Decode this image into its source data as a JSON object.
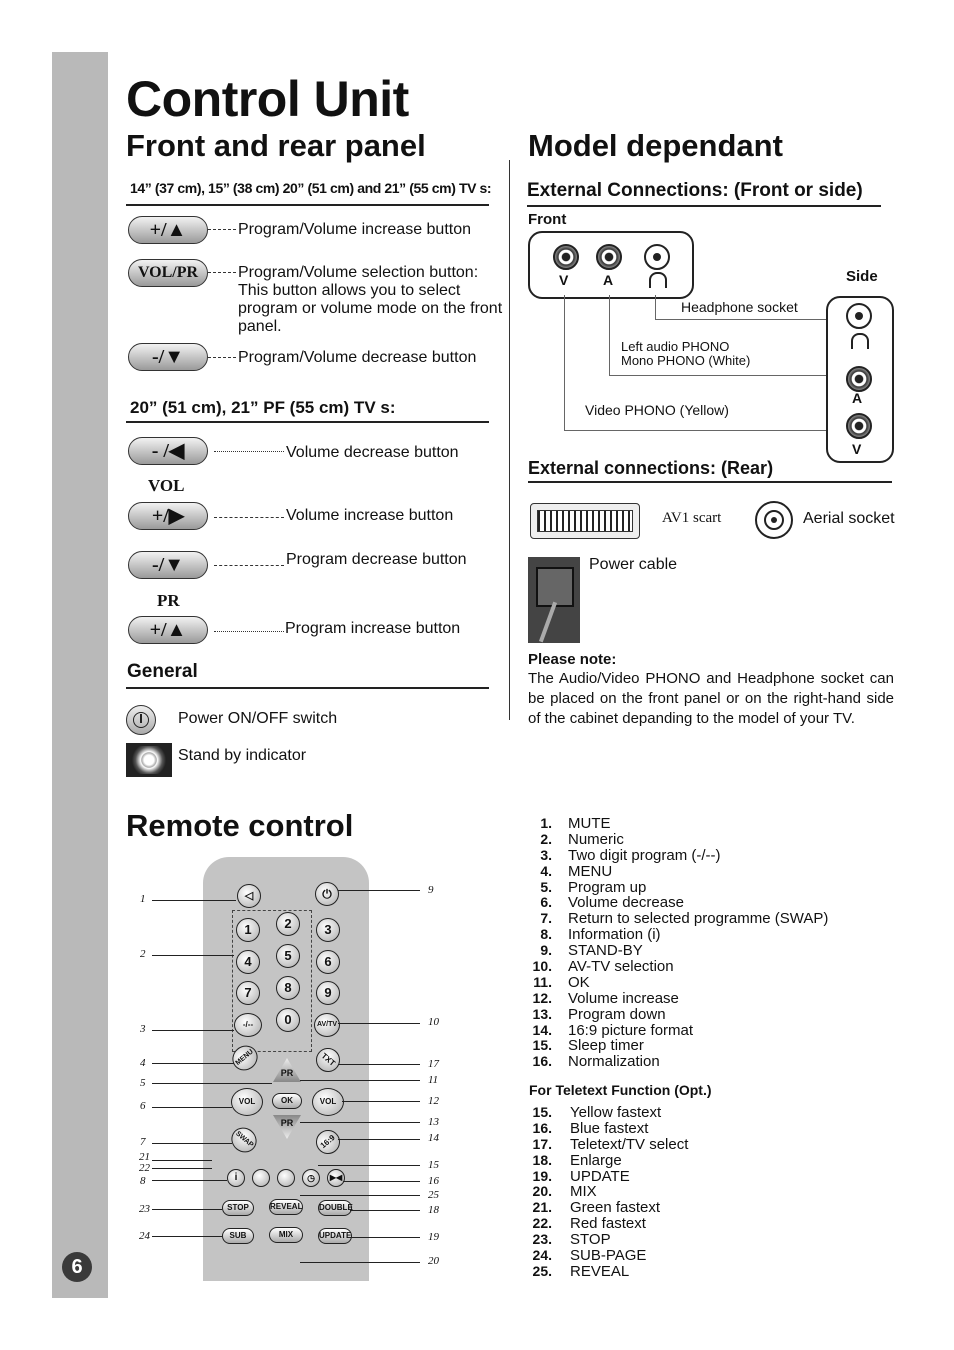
{
  "page": {
    "number": "6",
    "title": "Control Unit"
  },
  "left": {
    "heading": "Front and rear panel",
    "subheading1": "14” (37 cm), 15” (38 cm) 20” (51 cm) and 21” (55 cm) TV s:",
    "group1": [
      {
        "button": "+/▲",
        "text": "Program/Volume increase button"
      },
      {
        "button": "VOL/PR",
        "text": "Program/Volume selection button: This button allows you to select program or volume mode on the front panel."
      },
      {
        "button": "-/▼",
        "text": "Program/Volume decrease button"
      }
    ],
    "subheading2": "20” (51 cm), 21” PF (55 cm) TV s:",
    "group2": [
      {
        "button": "- /◀",
        "text": "Volume  decrease button"
      },
      {
        "button": "+/▶",
        "text": "Volume increase button"
      },
      {
        "button": "-/▼",
        "text": "Program decrease button"
      },
      {
        "button": "+/▲",
        "text": "Program increase button"
      }
    ],
    "vol_label": "VOL",
    "pr_label": "PR",
    "general_heading": "General",
    "power_text": "Power ON/OFF switch",
    "standby_text": "Stand by indicator"
  },
  "right": {
    "heading": "Model dependant",
    "ext_front_heading": "External Connections: (Front or side)",
    "front_label": "Front",
    "side_label": "Side",
    "front_sockets": [
      "V",
      "A"
    ],
    "side_sockets": [
      "A",
      "V"
    ],
    "headphone_label": "Headphone socket",
    "left_audio_label": "Left audio PHONO",
    "mono_label": "Mono PHONO (White)",
    "video_label": "Video PHONO (Yellow)",
    "ext_rear_heading": "External connections: (Rear)",
    "scart_label": "AV1 scart",
    "aerial_label": "Aerial socket",
    "power_cable_label": "Power cable",
    "note_heading": "Please note:",
    "note_text": "The Audio/Video PHONO and Headphone socket can be placed on the front panel or on the right-hand side of the cabinet depanding to the model of your TV."
  },
  "remote": {
    "heading": "Remote control",
    "keys": {
      "digits": [
        "1",
        "2",
        "3",
        "4",
        "5",
        "6",
        "7",
        "8",
        "9",
        "0"
      ],
      "dash": "-/--",
      "avtv": "AV/TV",
      "menu": "MENU",
      "txt": "TXT",
      "pr": "PR",
      "vol": "VOL",
      "ok": "OK",
      "swap": "SWAP",
      "ratio": "16:9",
      "info": "i",
      "stop": "STOP",
      "reveal": "REVEAL",
      "double": "DOUBLE",
      "sub": "SUB",
      "mix": "MIX",
      "update": "UPDATE"
    },
    "left_callouts": [
      "1",
      "2",
      "3",
      "4",
      "5",
      "6",
      "7",
      "21",
      "22",
      "8",
      "23",
      "24"
    ],
    "right_callouts": [
      "9",
      "10",
      "17",
      "11",
      "12",
      "13",
      "14",
      "15",
      "16",
      "25",
      "18",
      "19",
      "20"
    ],
    "list": [
      {
        "n": "1.",
        "t": "MUTE"
      },
      {
        "n": "2.",
        "t": "Numeric"
      },
      {
        "n": "3.",
        "t": "Two digit program (-/--)"
      },
      {
        "n": "4.",
        "t": "MENU"
      },
      {
        "n": "5.",
        "t": "Program up"
      },
      {
        "n": "6.",
        "t": "Volume decrease"
      },
      {
        "n": "7.",
        "t": "Return to selected programme (SWAP)"
      },
      {
        "n": "8.",
        "t": "Information (i)"
      },
      {
        "n": "9.",
        "t": "STAND-BY"
      },
      {
        "n": "10.",
        "t": "AV-TV selection"
      },
      {
        "n": "11.",
        "t": "OK"
      },
      {
        "n": "12.",
        "t": "Volume increase"
      },
      {
        "n": "13.",
        "t": "Program down"
      },
      {
        "n": "14.",
        "t": "16:9 picture format"
      },
      {
        "n": "15.",
        "t": "Sleep timer"
      },
      {
        "n": "16.",
        "t": "Normalization"
      }
    ],
    "teletext_heading": "For Teletext Function (Opt.)",
    "teletext_list": [
      {
        "n": "15.",
        "t": "Yellow fastext"
      },
      {
        "n": "16.",
        "t": "Blue fastext"
      },
      {
        "n": "17.",
        "t": "Teletext/TV select"
      },
      {
        "n": "18.",
        "t": "Enlarge"
      },
      {
        "n": "19.",
        "t": "UPDATE"
      },
      {
        "n": "20.",
        "t": "MIX"
      },
      {
        "n": "21.",
        "t": "Green fastext"
      },
      {
        "n": "22.",
        "t": "Red fastext"
      },
      {
        "n": "23.",
        "t": "STOP"
      },
      {
        "n": "24.",
        "t": "SUB-PAGE"
      },
      {
        "n": "25.",
        "t": "REVEAL"
      }
    ]
  }
}
